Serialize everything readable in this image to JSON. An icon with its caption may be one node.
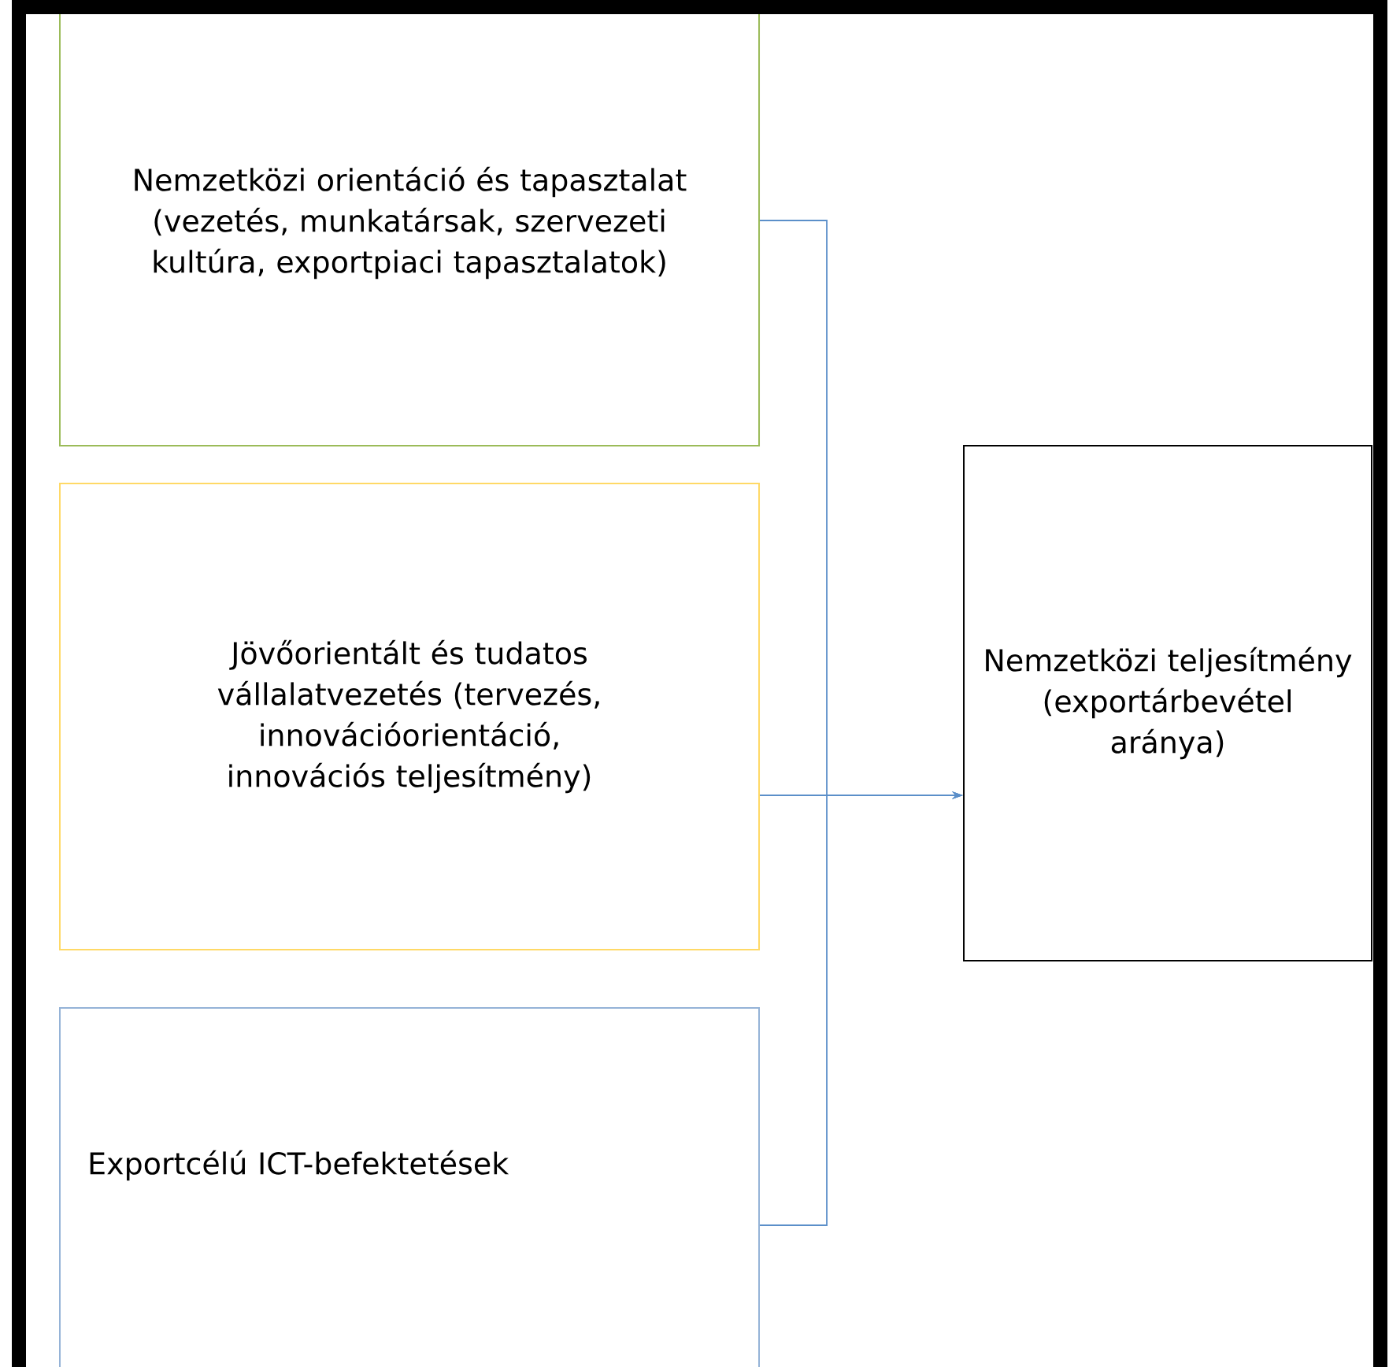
{
  "diagram": {
    "nodes": [
      {
        "text": [
          "Nemzetközi orientáció és tapasztalat (vezetés, munkatársak, szervezeti kultúra, exportpiaci tapasztalatok)"
        ]
      },
      {
        "text": [
          "Jövőorientált és tudatos vállalatvezetés (tervezés, innovációorientáció, innovációs teljesítmény)"
        ]
      },
      {
        "text": [
          "Exportcélú ICT-befektetések"
        ]
      },
      {
        "text": [
          "Nemzetközi teljesítmény (exportárbevétel aránya)"
        ]
      }
    ],
    "edges": [
      {
        "from": 0,
        "to": 3,
        "arrow": "to"
      },
      {
        "from": 1,
        "to": 3,
        "arrow": "to"
      },
      {
        "from": 2,
        "to": 3,
        "arrow": "to"
      }
    ]
  }
}
